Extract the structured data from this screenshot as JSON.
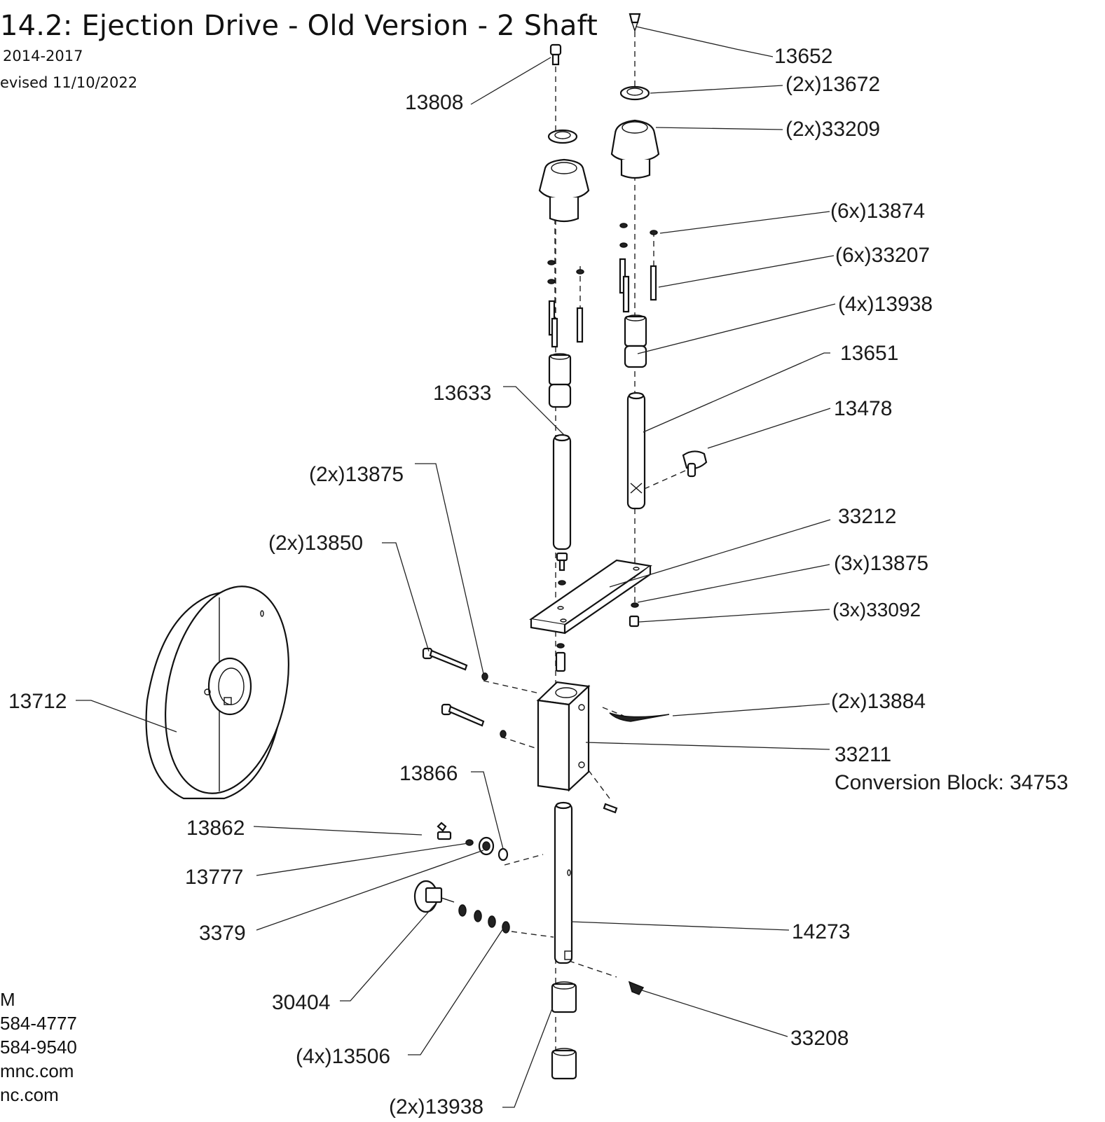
{
  "header": {
    "title": "14.2:  Ejection  Drive - Old Version - 2 Shaft",
    "years": "2014-2017",
    "revised": "evised  11/10/2022"
  },
  "footer": {
    "lines": [
      "M",
      "584-4777",
      " 584-9540",
      "mnc.com",
      "nc.com"
    ]
  },
  "labels": {
    "p13652": "13652",
    "p13808": "13808",
    "p13672": "(2x)13672",
    "p33209": "(2x)33209",
    "p13874": "(6x)13874",
    "p33207": "(6x)33207",
    "p13938a": "(4x)13938",
    "p13651": "13651",
    "p13633": "13633",
    "p13478": "13478",
    "p13875a": "(2x)13875",
    "p13850": "(2x)13850",
    "p33212": "33212",
    "p13875b": "(3x)13875",
    "p33092": "(3x)33092",
    "p13712": "13712",
    "p13884": "(2x)13884",
    "p33211": "33211",
    "p33211_note": "Conversion Block: 34753",
    "p13866": "13866",
    "p13862": "13862",
    "p13777": "13777",
    "p3379": "3379",
    "p14273": "14273",
    "p30404": "30404",
    "p33208": "33208",
    "p13506": "(4x)13506",
    "p13938b": "(2x)13938"
  }
}
